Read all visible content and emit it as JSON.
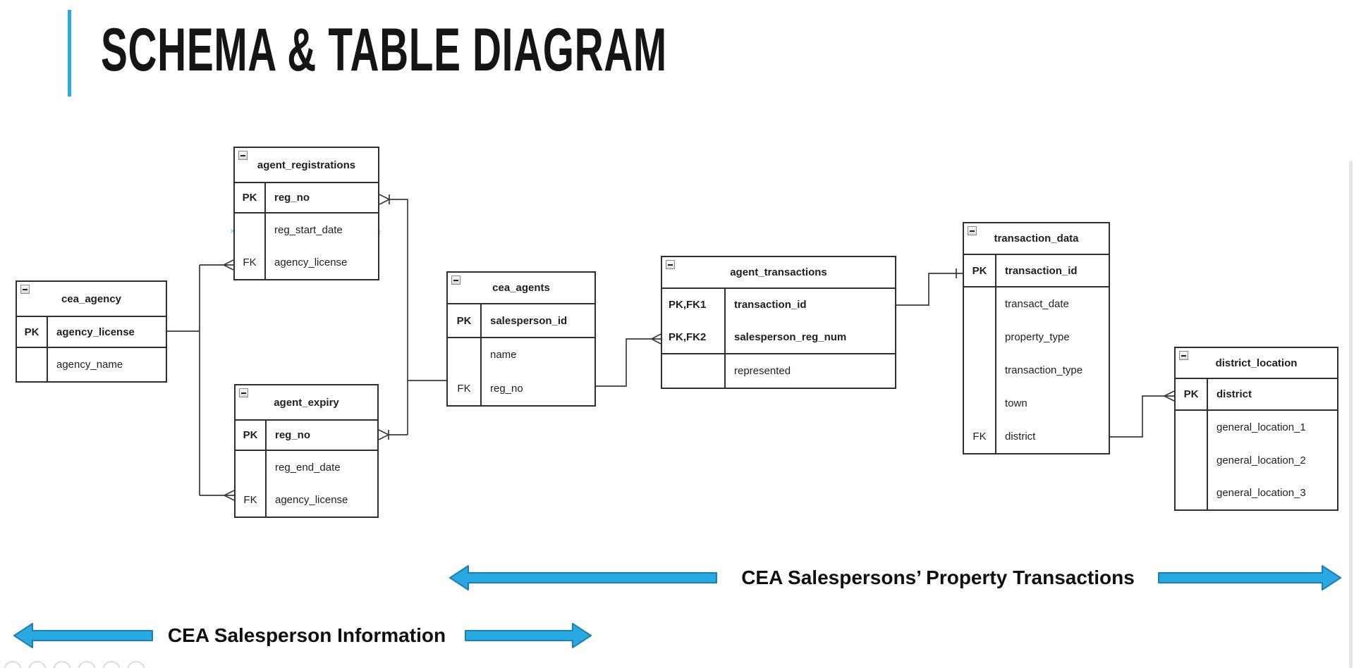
{
  "slide": {
    "title": "SCHEMA & TABLE DIAGRAM",
    "accent_color": "#29ABE2"
  },
  "tables": {
    "agent_registrations": {
      "title": "agent_registrations",
      "keys": [
        {
          "label": "PK",
          "name": "reg_no"
        }
      ],
      "rows": [
        {
          "label": "",
          "name": "reg_start_date"
        },
        {
          "label": "FK",
          "name": "agency_license"
        }
      ]
    },
    "cea_agency": {
      "title": "cea_agency",
      "keys": [
        {
          "label": "PK",
          "name": "agency_license"
        }
      ],
      "rows": [
        {
          "label": "",
          "name": "agency_name"
        }
      ]
    },
    "agent_expiry": {
      "title": "agent_expiry",
      "keys": [
        {
          "label": "PK",
          "name": "reg_no"
        }
      ],
      "rows": [
        {
          "label": "",
          "name": "reg_end_date"
        },
        {
          "label": "FK",
          "name": "agency_license"
        }
      ]
    },
    "cea_agents": {
      "title": "cea_agents",
      "keys": [
        {
          "label": "PK",
          "name": "salesperson_id"
        }
      ],
      "rows": [
        {
          "label": "",
          "name": "name"
        },
        {
          "label": "FK",
          "name": "reg_no"
        }
      ]
    },
    "agent_transactions": {
      "title": "agent_transactions",
      "keys": [
        {
          "label": "PK,FK1",
          "name": "transaction_id"
        },
        {
          "label": "PK,FK2",
          "name": "salesperson_reg_num"
        }
      ],
      "rows": [
        {
          "label": "",
          "name": "represented"
        }
      ]
    },
    "transaction_data": {
      "title": "transaction_data",
      "keys": [
        {
          "label": "PK",
          "name": "transaction_id"
        }
      ],
      "rows": [
        {
          "label": "",
          "name": "transact_date"
        },
        {
          "label": "",
          "name": "property_type"
        },
        {
          "label": "",
          "name": "transaction_type"
        },
        {
          "label": "",
          "name": "town"
        },
        {
          "label": "FK",
          "name": "district"
        }
      ]
    },
    "district_location": {
      "title": "district_location",
      "keys": [
        {
          "label": "PK",
          "name": "district"
        }
      ],
      "rows": [
        {
          "label": "",
          "name": "general_location_1"
        },
        {
          "label": "",
          "name": "general_location_2"
        },
        {
          "label": "",
          "name": "general_location_3"
        }
      ]
    }
  },
  "legend": {
    "property_transactions": "CEA Salespersons’ Property Transactions",
    "salesperson_information": "CEA Salesperson Information"
  },
  "colors": {
    "arrow_fill": "#29A9E1",
    "arrow_border": "#1B7FB5",
    "table_border": "#2f2f2f"
  }
}
